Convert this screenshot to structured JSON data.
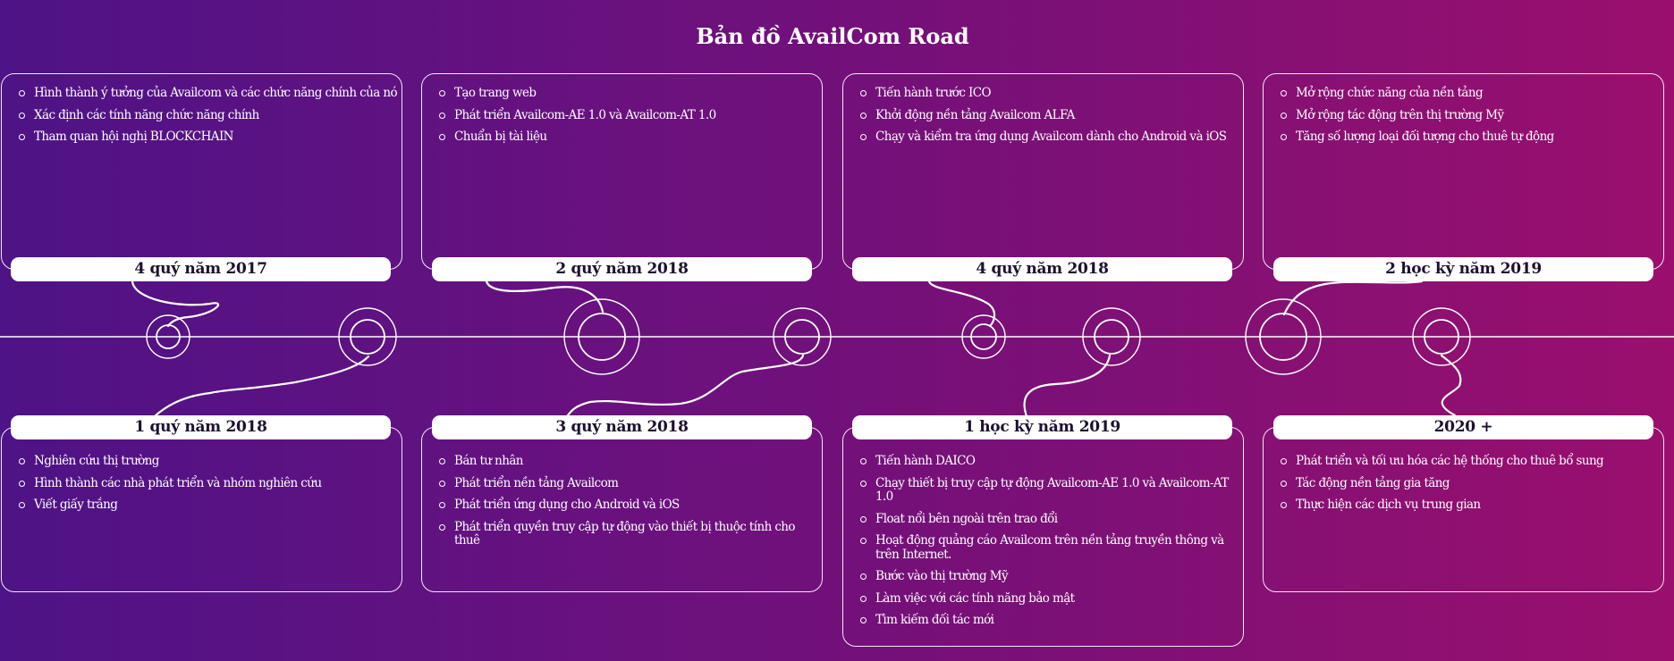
{
  "title": "Bản đồ AvailCom Road",
  "colors": {
    "background_left": "#4e1386",
    "background_right": "#9a0f6e",
    "line": "#ffffff",
    "pill_text": "#1e1030"
  },
  "top_milestones": [
    {
      "period": "4 quý năm 2017",
      "items": [
        "Hình thành ý tưởng của Availcom và các chức năng chính của nó",
        "Xác định các tính năng chức năng chính",
        "Tham quan hội nghị BLOCKCHAIN"
      ]
    },
    {
      "period": "2 quý năm 2018",
      "items": [
        "Tạo trang web",
        "Phát triển Availcom-AE 1.0 và Availcom-AT 1.0",
        "Chuẩn bị tài liệu"
      ]
    },
    {
      "period": "4 quý năm 2018",
      "items": [
        "Tiến hành trước ICO",
        "Khởi động nền tảng Availcom ALFA",
        "Chạy và kiểm tra ứng dụng Availcom dành cho Android và iOS"
      ]
    },
    {
      "period": "2 học kỳ năm 2019",
      "items": [
        "Mở rộng chức năng của nền tảng",
        "Mở rộng tác động trên thị trường Mỹ",
        "Tăng số lượng loại đối tượng cho thuê tự động"
      ]
    }
  ],
  "bottom_milestones": [
    {
      "period": "1 quý năm 2018",
      "items": [
        "Nghiên cứu thị trường",
        "Hình thành các nhà phát triển và nhóm nghiên cứu",
        "Viết giấy trắng"
      ]
    },
    {
      "period": "3 quý năm 2018",
      "items": [
        "Bán tư nhân",
        "Phát triển nền tảng Availcom",
        "Phát triển ứng dụng cho Android và iOS",
        "Phát triển quyền truy cập tự động vào thiết bị thuộc tính cho thuê"
      ]
    },
    {
      "period": "1 học kỳ năm 2019",
      "items": [
        "Tiến hành DAICO",
        "Chạy thiết bị truy cập tự động Availcom-AE 1.0 và Availcom-AT 1.0",
        "Float nổi bên ngoài trên trao đổi",
        "Hoạt động quảng cáo Availcom trên nền tảng truyền thông và trên Internet.",
        "Bước vào thị trường Mỹ",
        "Làm việc với các tính năng bảo mật",
        "Tìm kiếm đối tác mới"
      ]
    },
    {
      "period": "2020 +",
      "items": [
        "Phát triển và tối ưu hóa các hệ thống cho thuê bổ sung",
        "Tác động nền tảng gia tăng",
        "Thực hiện các dịch vụ trung gian"
      ]
    }
  ]
}
